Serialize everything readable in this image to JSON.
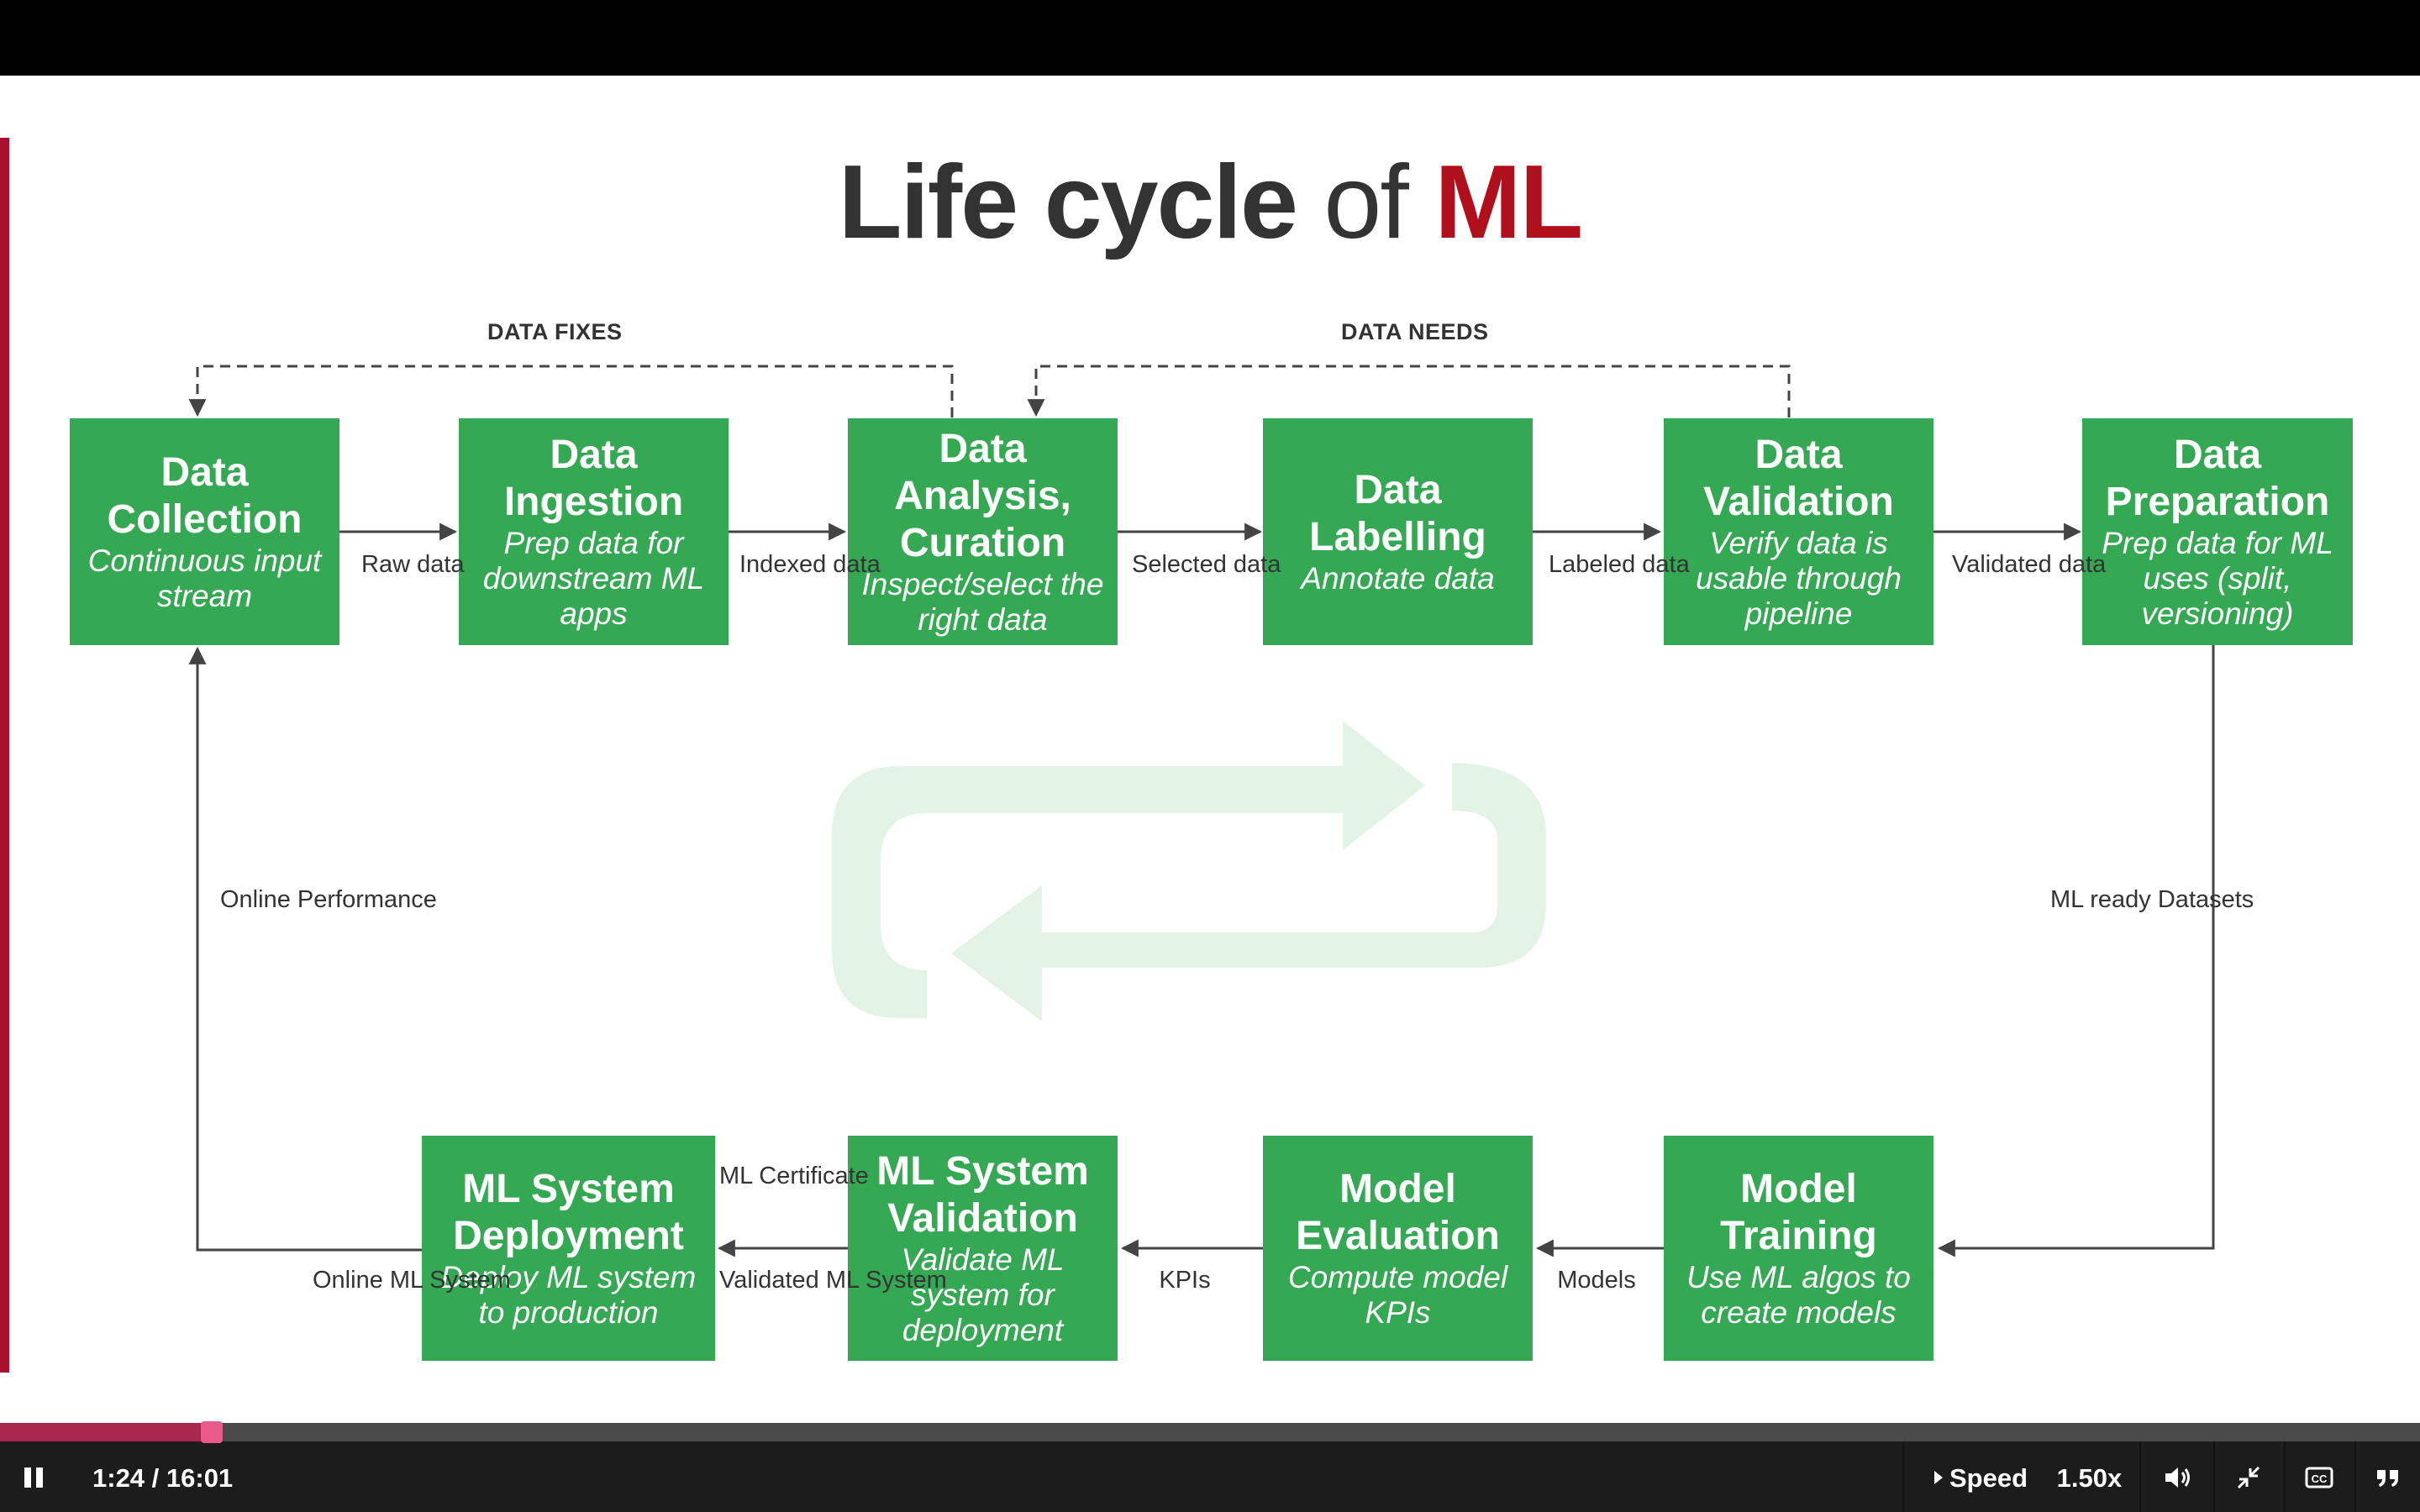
{
  "slide": {
    "title_part1": "Life cycle",
    "title_part2": "of",
    "title_part3": "ML",
    "loops": {
      "left": "DATA FIXES",
      "right": "DATA NEEDS"
    },
    "top_row": [
      {
        "title": "Data Collection",
        "desc": "Continuous input stream"
      },
      {
        "title": "Data Ingestion",
        "desc": "Prep data for downstream ML apps"
      },
      {
        "title": "Data Analysis, Curation",
        "desc": "Inspect/select the right data"
      },
      {
        "title": "Data Labelling",
        "desc": "Annotate data"
      },
      {
        "title": "Data Validation",
        "desc": "Verify data is usable through pipeline"
      },
      {
        "title": "Data Preparation",
        "desc": "Prep data for ML uses (split, versioning)"
      }
    ],
    "bottom_row": [
      {
        "title": "ML System Deployment",
        "desc": "Deploy ML system to production"
      },
      {
        "title": "ML System Validation",
        "desc": "Validate ML system for deployment"
      },
      {
        "title": "Model Evaluation",
        "desc": "Compute model KPIs"
      },
      {
        "title": "Model Training",
        "desc": "Use ML algos to create models"
      }
    ],
    "edges": {
      "raw": "Raw data",
      "indexed": "Indexed data",
      "selected": "Selected data",
      "labeled": "Labeled data",
      "validated": "Validated data",
      "ml_ready": "ML ready Datasets",
      "models": "Models",
      "kpis": "KPIs",
      "certificate": "ML Certificate",
      "validated_system": "Validated ML System",
      "online_system": "Online ML System",
      "online_performance": "Online Performance"
    }
  },
  "player": {
    "time": "1:24 / 16:01",
    "speed_label": "Speed",
    "speed_value": "1.50x",
    "progress": 0.0874,
    "icons": [
      "pause-icon",
      "play-triangle-icon",
      "volume-icon",
      "exit-fullscreen-icon",
      "captions-icon",
      "transcript-icon"
    ]
  },
  "colors": {
    "box": "#34a853",
    "accent": "#b0101c",
    "progress": "#a8294d",
    "knob": "#e85a8a",
    "cycle_icon": "#e3f3e6"
  }
}
